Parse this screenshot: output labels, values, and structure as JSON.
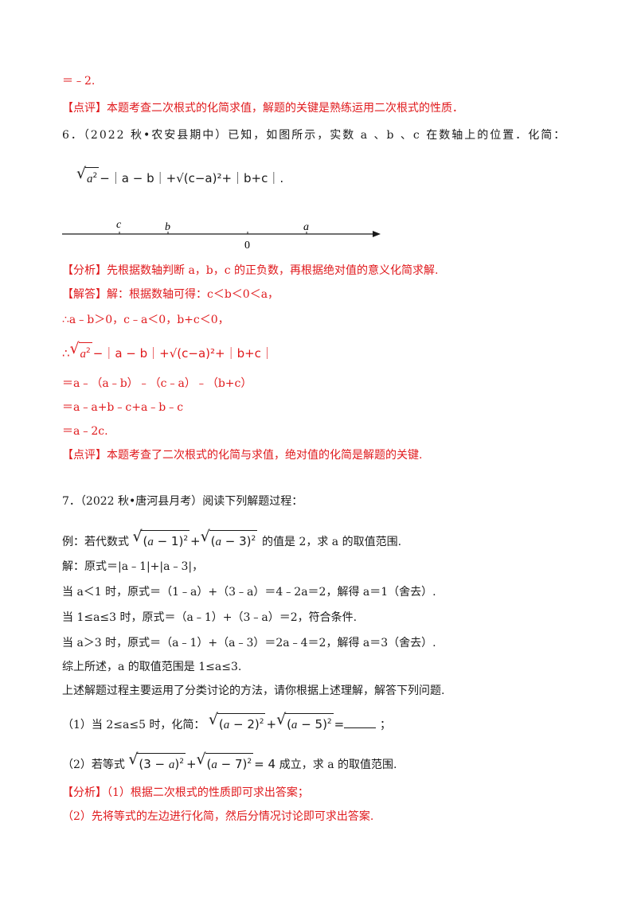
{
  "l1": "＝﹣2.",
  "p1_tag": "【点评】",
  "p1_text": "本题考查二次根式的化简求值，解题的关键是熟练运用二次根式的性质．",
  "q6_num": "6．",
  "q6_text": "（2022 秋•农安县期中）已知，如图所示，实数 a 、b 、c 在数轴上的位置．化简：",
  "q6_expr": "−｜a − b｜+√(c−a)²+｜b+c｜.",
  "numline": {
    "labels": [
      "c",
      "b",
      "0",
      "a"
    ]
  },
  "an6_tag": "【分析】",
  "an6_text": "先根据数轴判断 a，b，c 的正负数，再根据绝对值的意义化简求解.",
  "jd6_tag": "【解答】",
  "jd6_text": "解：根据数轴可得：c＜b＜0＜a，",
  "s1": "∴a﹣b＞0，c﹣a＜0，b+c＜0，",
  "s2_pre": "∴",
  "s2_expr": "−｜a − b｜+√(c−a)²+｜b+c｜",
  "s3": "＝a﹣（a﹣b）﹣（c﹣a）﹣（b+c）",
  "s4": "＝a﹣a+b﹣c+a﹣b﹣c",
  "s5": "＝a﹣2c.",
  "p6_tag": "【点评】",
  "p6_text": "本题考查了二次根式的化简与求值，绝对值的化简是解题的关键.",
  "q7_head": "7．（2022 秋•唐河县月考）阅读下列解题过程：",
  "ex_pre": "例：若代数式",
  "ex_post": "的值是 2，求 a 的取值范围.",
  "sol1": "解：原式＝|a﹣1|+|a﹣3|，",
  "sol2": "当 a＜1 时，原式＝（1﹣a）+（3﹣a）＝4﹣2a＝2，解得 a＝1（舍去）.",
  "sol3": "当 1≤a≤3 时，原式＝（a﹣1）+（3﹣a）＝2，符合条件.",
  "sol4": "当 a＞3 时，原式＝（a﹣1）+（a﹣3）＝2a﹣4＝2，解得 a＝3（舍去）.",
  "sol5": "综上所述，a 的取值范围是 1≤a≤3.",
  "sol6": "上述解题过程主要运用了分类讨论的方法，请你根据上述理解，解答下列问题.",
  "sub1_pre": "（1）当 2≤a≤5 时，化简：",
  "sub1_post": "；",
  "sub2_pre": "（2）若等式",
  "sub2_post": "成立，求 a 的取值范围.",
  "an7_tag": "【分析】",
  "an7_text": "（1）根据二次根式的性质即可求出答案；",
  "an7_2": "（2）先将等式的左边进行化简，然后分情况讨论即可求出答案."
}
